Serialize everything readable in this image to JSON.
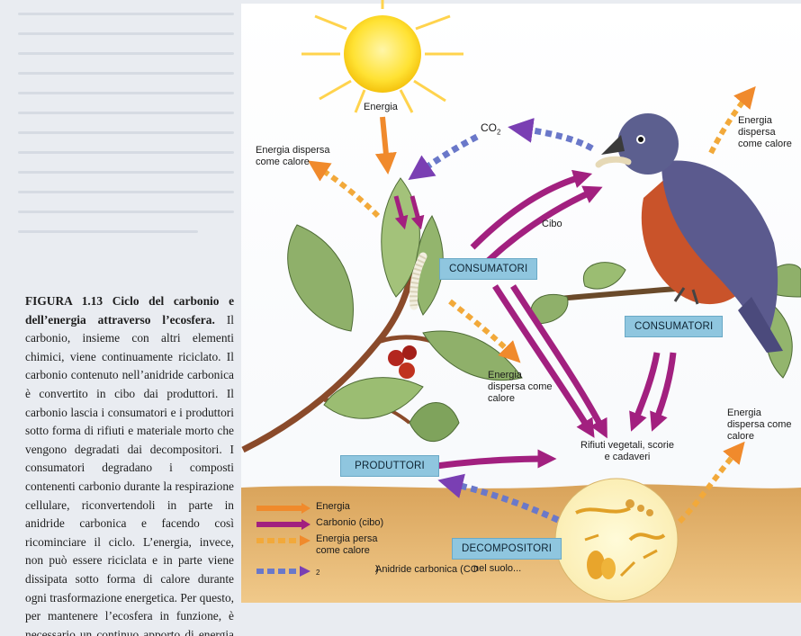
{
  "caption": {
    "figure_label": "FIGURA 1.13",
    "title": "Ciclo del carbonio e dell’energia attraverso l’ecosfera.",
    "body": "Il carbonio, insieme con altri elementi chimici, viene continuamente riciclato. Il carbonio contenuto nell’anidride carbonica è convertito in cibo dai produttori. Il carbonio lascia i consumatori e i produttori sotto forma di rifiuti e materiale morto che vengono degradati dai decompositori. I consumatori degradano i composti contenenti carbonio durante la respirazione cellulare, riconvertendoli in parte in anidride carbonica e facendo così ricominciare il ciclo. L’energia, invece, non può essere riciclata e in parte viene dissipata sotto forma di calore durante ogni trasformazione energetica. Per questo, per mantenere l’ecosfera in funzione, è necessario un continuo apporto di energia dal sole."
  },
  "labels": {
    "energia": "Energia",
    "co2": "CO",
    "co2_sub": "2",
    "cibo": "Cibo",
    "heat_left": "Energia dispersa come calore",
    "heat_mid": "Energia dispersa come calore",
    "heat_bird": "Energia dispersa come calore",
    "heat_right": "Energia dispersa come calore",
    "waste": "Rifiuti vegetali, scorie e cadaveri",
    "soil": "nel suolo..."
  },
  "boxes": {
    "consumatori_1": "CONSUMATORI",
    "consumatori_2": "CONSUMATORI",
    "produttori": "PRODUTTORI",
    "decompositori": "DECOMPOSITORI"
  },
  "legend": [
    {
      "label": "Energia",
      "kind": "orange-arrow"
    },
    {
      "label": "Carbonio (cibo)",
      "kind": "purple-arrow"
    },
    {
      "label": "Energia persa come calore",
      "kind": "dashed-orange-arrow"
    },
    {
      "label": "Anidride carbonica (CO",
      "sub": "2",
      "tail": ")",
      "kind": "dashed-blue-arrow"
    }
  ],
  "colors": {
    "energy": "#f08a2c",
    "carbon": "#a2207f",
    "heat": "#f2a93a",
    "co2": "#6a78c9",
    "box": "#8fc6df",
    "soil": "#e6b86a"
  }
}
